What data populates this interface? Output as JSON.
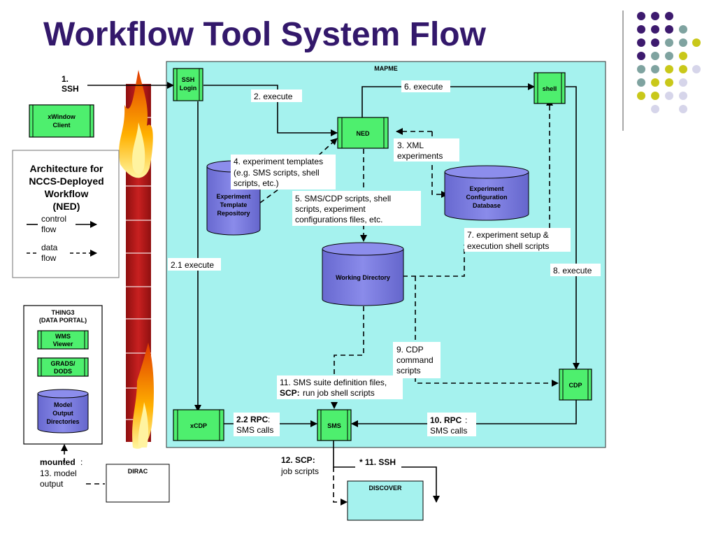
{
  "title": "Workflow Tool System Flow",
  "mapme_label": "MAPME",
  "nodes": {
    "ssh_login": [
      "SSH",
      "Login"
    ],
    "xwindow": [
      "xWindow",
      "Client"
    ],
    "ned": "NED",
    "shell": "shell",
    "exp_template": [
      "Experiment",
      "Template",
      "Repository"
    ],
    "exp_config": [
      "Experiment",
      "Configuration",
      "Database"
    ],
    "working_dir": "Working Directory",
    "xcdp": "xCDP",
    "sms": "SMS",
    "cdp": "CDP",
    "discover": "DISCOVER",
    "dirac": "DIRAC",
    "thing3": [
      "THING3",
      "(DATA PORTAL)"
    ],
    "wms": [
      "WMS",
      "Viewer"
    ],
    "grads": [
      "GRADS/",
      "DODS"
    ],
    "model_output": [
      "Model",
      "Output",
      "Directories"
    ]
  },
  "labels": {
    "ssh1": [
      "1.",
      "SSH"
    ],
    "execute2": "2. execute",
    "execute6": "6. execute",
    "xml3": [
      "3. XML",
      "experiments"
    ],
    "templates4": [
      "4. experiment templates",
      "(e.g. SMS scripts, shell",
      "scripts, etc.)"
    ],
    "scripts5": [
      "5. SMS/CDP scripts, shell",
      "scripts, experiment",
      "configurations files, etc."
    ],
    "setup7": [
      "7. experiment setup &",
      "execution shell scripts"
    ],
    "execute8": "8. execute",
    "execute21": "2.1 execute",
    "cdp9": [
      "9. CDP",
      "command",
      "scripts"
    ],
    "suite11": [
      "11. SMS suite definition files,"
    ],
    "scp_bold": "SCP:",
    "scp_rest": "run job shell scripts",
    "rpc22_bold": "2.2 RPC",
    "rpc22_rest": ":",
    "rpc22_line2": "SMS calls",
    "rpc10_bold": "10. RPC",
    "rpc10_rest": ":",
    "rpc10_line2": "SMS calls",
    "scp12_bold": "12. SCP:",
    "scp12_line2": "job scripts",
    "ssh11": "* 11. SSH",
    "mounted_bold": "mounted",
    "mounted_rest": ":",
    "mounted_lines": [
      "13. model",
      "output"
    ]
  },
  "legend": {
    "title": [
      "Architecture for",
      "NCCS-Deployed",
      "Workflow",
      "(NED)"
    ],
    "control": [
      "control",
      "flow"
    ],
    "data": [
      "data",
      "flow"
    ]
  },
  "colors": {
    "title": "#33186b",
    "mapme_bg": "#a5f2ee",
    "green_box": "#4eef6e",
    "cylinder": "#7a7bdc",
    "discover_bg": "#a5f2ee"
  }
}
